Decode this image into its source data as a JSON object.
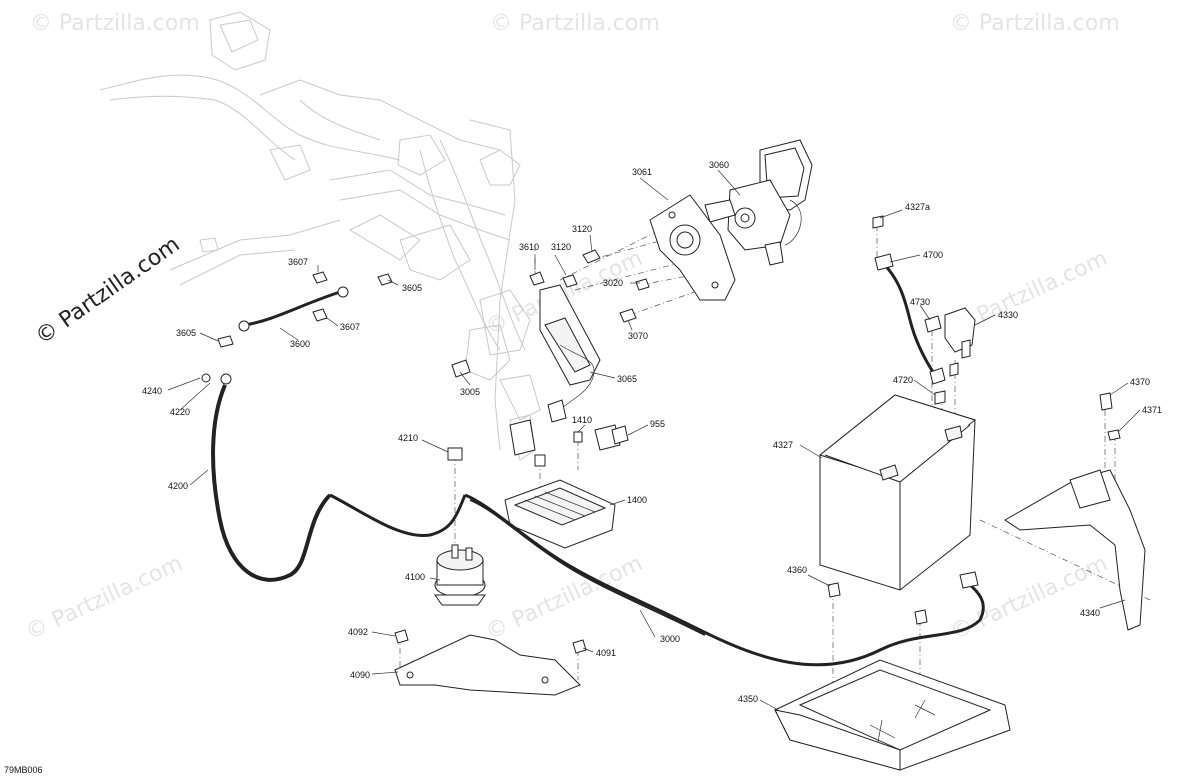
{
  "diagram": {
    "code": "79MB006",
    "watermark_brand": "© Partzilla.com",
    "watermark_tile": "© Partzilla.com",
    "callouts": [
      {
        "id": "c3061",
        "text": "3061"
      },
      {
        "id": "c3060",
        "text": "3060"
      },
      {
        "id": "c3120a",
        "text": "3120"
      },
      {
        "id": "c3120b",
        "text": "3120"
      },
      {
        "id": "c3610",
        "text": "3610"
      },
      {
        "id": "c3020",
        "text": "3020"
      },
      {
        "id": "c3070",
        "text": "3070"
      },
      {
        "id": "c3065",
        "text": "3065"
      },
      {
        "id": "c3005",
        "text": "3005"
      },
      {
        "id": "c3607a",
        "text": "3607"
      },
      {
        "id": "c3605a",
        "text": "3605"
      },
      {
        "id": "c3607b",
        "text": "3607"
      },
      {
        "id": "c3605b",
        "text": "3605"
      },
      {
        "id": "c3600",
        "text": "3600"
      },
      {
        "id": "c4240",
        "text": "4240"
      },
      {
        "id": "c4220",
        "text": "4220"
      },
      {
        "id": "c4200",
        "text": "4200"
      },
      {
        "id": "c4210",
        "text": "4210"
      },
      {
        "id": "c1410",
        "text": "1410"
      },
      {
        "id": "c955",
        "text": "955"
      },
      {
        "id": "c1400",
        "text": "1400"
      },
      {
        "id": "c4100",
        "text": "4100"
      },
      {
        "id": "c4092",
        "text": "4092"
      },
      {
        "id": "c4090",
        "text": "4090"
      },
      {
        "id": "c4091",
        "text": "4091"
      },
      {
        "id": "c3000",
        "text": "3000"
      },
      {
        "id": "c4327a",
        "text": "4327a"
      },
      {
        "id": "c4700",
        "text": "4700"
      },
      {
        "id": "c4730",
        "text": "4730"
      },
      {
        "id": "c4330",
        "text": "4330"
      },
      {
        "id": "c4720",
        "text": "4720"
      },
      {
        "id": "c4327",
        "text": "4327"
      },
      {
        "id": "c4370",
        "text": "4370"
      },
      {
        "id": "c4371",
        "text": "4371"
      },
      {
        "id": "c4360",
        "text": "4360"
      },
      {
        "id": "c4340",
        "text": "4340"
      },
      {
        "id": "c4350",
        "text": "4350"
      }
    ]
  }
}
